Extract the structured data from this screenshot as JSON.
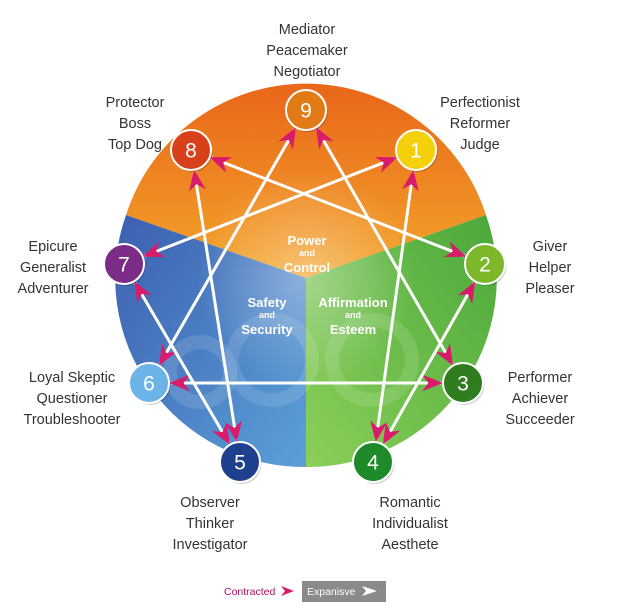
{
  "zones": {
    "power": {
      "line1": "Power",
      "and": "and",
      "line2": "Control"
    },
    "safety": {
      "line1": "Safety",
      "and": "and",
      "line2": "Security"
    },
    "affirmation": {
      "line1": "Affirmation",
      "and": "and",
      "line2": "Esteem"
    }
  },
  "points": [
    {
      "number": "9",
      "color": "#e07b16",
      "labels": [
        "Mediator",
        "Peacemaker",
        "Negotiator"
      ]
    },
    {
      "number": "1",
      "color": "#f4d00a",
      "labels": [
        "Perfectionist",
        "Reformer",
        "Judge"
      ]
    },
    {
      "number": "2",
      "color": "#7cb82a",
      "labels": [
        "Giver",
        "Helper",
        "Pleaser"
      ]
    },
    {
      "number": "3",
      "color": "#2f7d1f",
      "labels": [
        "Performer",
        "Achiever",
        "Succeeder"
      ]
    },
    {
      "number": "4",
      "color": "#1e8a2a",
      "labels": [
        "Romantic",
        "Individualist",
        "Aesthete"
      ]
    },
    {
      "number": "5",
      "color": "#1f3f8f",
      "labels": [
        "Observer",
        "Thinker",
        "Investigator"
      ]
    },
    {
      "number": "6",
      "color": "#6cb4e8",
      "labels": [
        "Loyal Skeptic",
        "Questioner",
        "Troubleshooter"
      ]
    },
    {
      "number": "7",
      "color": "#7b2c86",
      "labels": [
        "Epicure",
        "Generalist",
        "Adventurer"
      ]
    },
    {
      "number": "8",
      "color": "#d8401c",
      "labels": [
        "Protector",
        "Boss",
        "Top Dog"
      ]
    }
  ],
  "legend": {
    "contracted": "Contracted",
    "expansive": "Expanisve"
  },
  "colors": {
    "power_zone": "#f08a1e",
    "safety_zone": "#4a78c0",
    "affirmation_zone": "#6cc048",
    "contracted_arrow": "#d81b6a",
    "expansive_arrow": "#ffffff"
  }
}
